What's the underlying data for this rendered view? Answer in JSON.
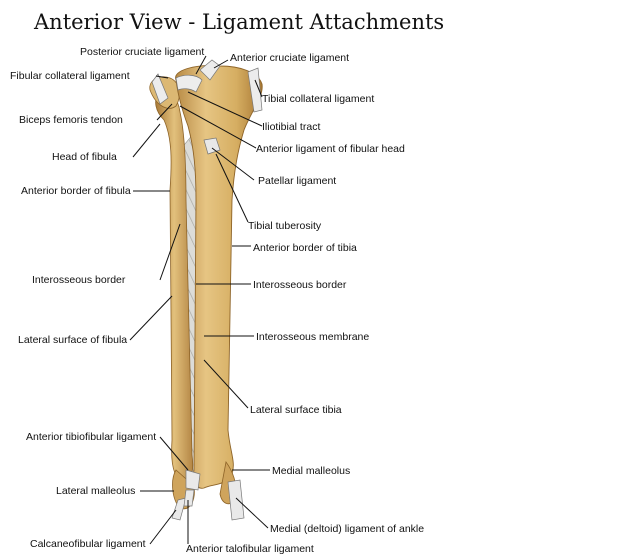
{
  "title": "Anterior View - Ligament Attachments",
  "labels": {
    "posterior_cruciate": "Posterior cruciate ligament",
    "anterior_cruciate": "Anterior cruciate ligament",
    "fibular_collateral": "Fibular collateral ligament",
    "tibial_collateral": "Tibial collateral ligament",
    "biceps_femoris": "Biceps femoris tendon",
    "iliotibial": "Iliotibial tract",
    "ant_fibular_head": "Anterior ligament of fibular head",
    "head_fibula": "Head of fibula",
    "patellar": "Patellar ligament",
    "ant_border_fibula": "Anterior border of fibula",
    "tibial_tuberosity": "Tibial tuberosity",
    "ant_border_tibia": "Anterior border of tibia",
    "interosseous_left": "Interosseous border",
    "interosseous_right": "Interosseous border",
    "lat_surface_fibula": "Lateral surface of fibula",
    "interosseous_membrane": "Interosseous membrane",
    "lat_surface_tibia": "Lateral surface tibia",
    "ant_tibiofibular": "Anterior tibiofibular ligament",
    "medial_malleolus": "Medial malleolus",
    "lateral_malleolus": "Lateral malleolus",
    "medial_deltoid": "Medial (deltoid) ligament of ankle",
    "calcaneofibular": "Calcaneofibular ligament",
    "ant_talofibular": "Anterior talofibular ligament"
  },
  "colors": {
    "bone": "#d9b56a",
    "bone_shadow": "#b08440",
    "membrane": "#d8d8d4",
    "ligament": "#ececec"
  }
}
